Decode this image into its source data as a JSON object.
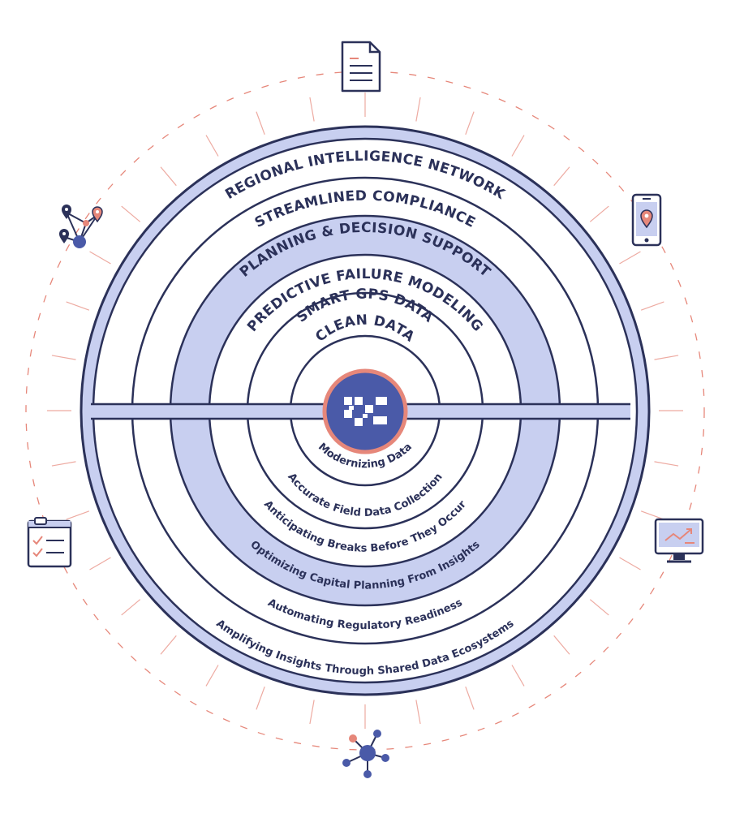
{
  "colors": {
    "navy": "#2b3159",
    "band": "#c8cff0",
    "coral": "#e6877a",
    "logo": "#4a5aa8"
  },
  "layers": [
    {
      "title": "CLEAN DATA",
      "subtitle": "Modernizing Data"
    },
    {
      "title": "SMART GPS DATA",
      "subtitle": "Accurate Field Data Collection"
    },
    {
      "title": "PREDICTIVE FAILURE MODELING",
      "subtitle": "Anticipating Breaks Before They Occur"
    },
    {
      "title": "PLANNING & DECISION SUPPORT",
      "subtitle": "Optimizing Capital Planning From Insights"
    },
    {
      "title": "STREAMLINED COMPLIANCE",
      "subtitle": "Automating Regulatory Readiness"
    },
    {
      "title": "REGIONAL INTELLIGENCE NETWORK",
      "subtitle": "Amplifying Insights Through Shared Data Ecosystems"
    }
  ],
  "center_logo": {
    "icon": "data-flow-logo-icon"
  },
  "outer_icons": [
    {
      "name": "document-icon"
    },
    {
      "name": "mobile-map-pin-icon"
    },
    {
      "name": "analytics-monitor-icon"
    },
    {
      "name": "network-hub-icon"
    },
    {
      "name": "checklist-clipboard-icon"
    },
    {
      "name": "location-network-icon"
    }
  ]
}
